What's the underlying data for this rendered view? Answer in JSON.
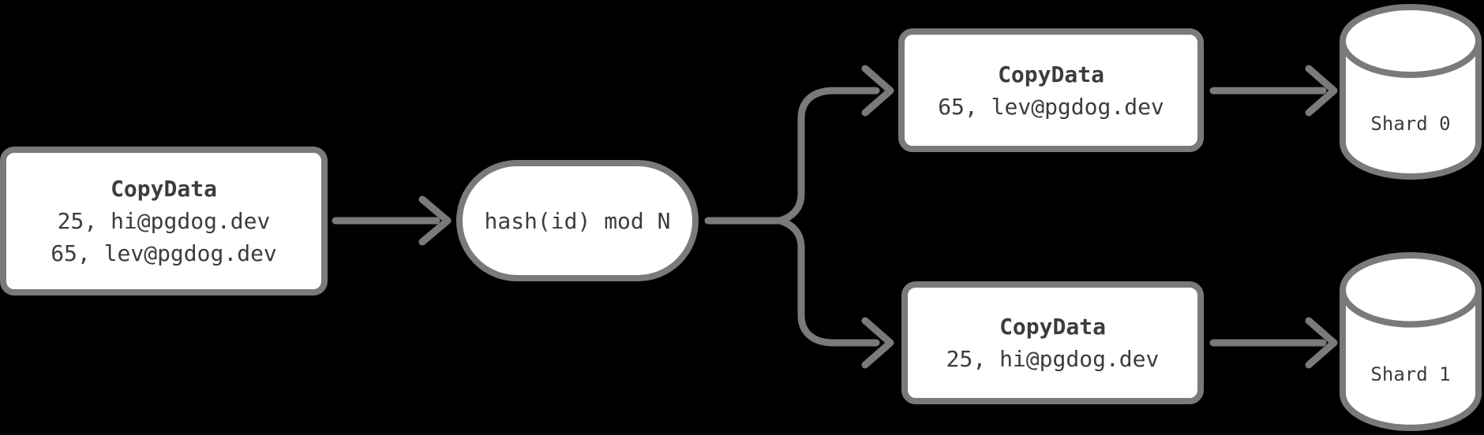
{
  "diagram": {
    "colors": {
      "background": "#000000",
      "node_fill": "#ffffff",
      "node_border": "#7a7a7a",
      "connector": "#7a7a7a",
      "text": "#3c3c3c"
    },
    "nodes": {
      "input": {
        "title": "CopyData",
        "rows": [
          "25, hi@pgdog.dev",
          "65, lev@pgdog.dev"
        ]
      },
      "hash": {
        "label": "hash(id) mod N"
      },
      "shard0_copy": {
        "title": "CopyData",
        "rows": [
          "65, lev@pgdog.dev"
        ]
      },
      "shard1_copy": {
        "title": "CopyData",
        "rows": [
          "25, hi@pgdog.dev"
        ]
      },
      "shard0_db": {
        "label": "Shard 0"
      },
      "shard1_db": {
        "label": "Shard 1"
      }
    }
  }
}
